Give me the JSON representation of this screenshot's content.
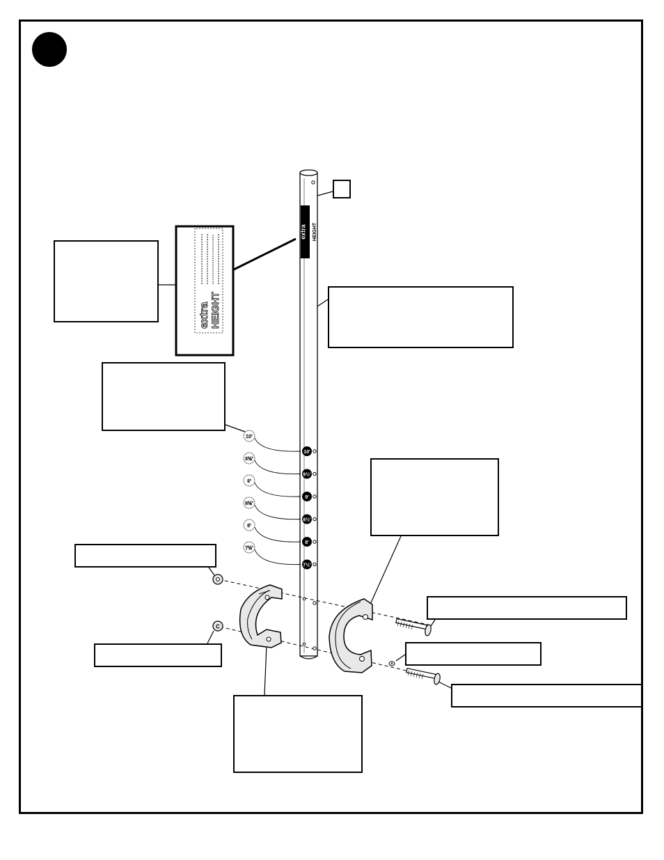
{
  "decal": {
    "brand_line1": "extra",
    "brand_line2": "HEIGHT"
  },
  "height_markers": [
    "10'",
    "9½'",
    "9'",
    "8½'",
    "8'",
    "7½'"
  ],
  "colors": {
    "ink": "#000000",
    "paper": "#ffffff",
    "part_fill": "#e8e8e8"
  }
}
